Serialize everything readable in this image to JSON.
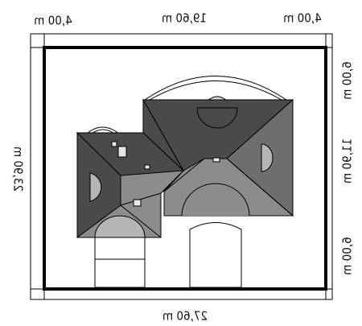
{
  "dimensions": {
    "top_left": "4,00 m",
    "top_middle": "19,60 m",
    "top_right": "4,00 m",
    "bottom": "27,60 m",
    "left": "23,90 m",
    "right_top": "6,00 m",
    "right_middle": "11,90 m",
    "right_bottom": "6,00 m"
  },
  "colors": {
    "line": "#000000",
    "roof_dark": "#4a4a4a",
    "roof_mid": "#8c8c8c",
    "roof_light": "#b5b5b5",
    "background": "#ffffff"
  }
}
